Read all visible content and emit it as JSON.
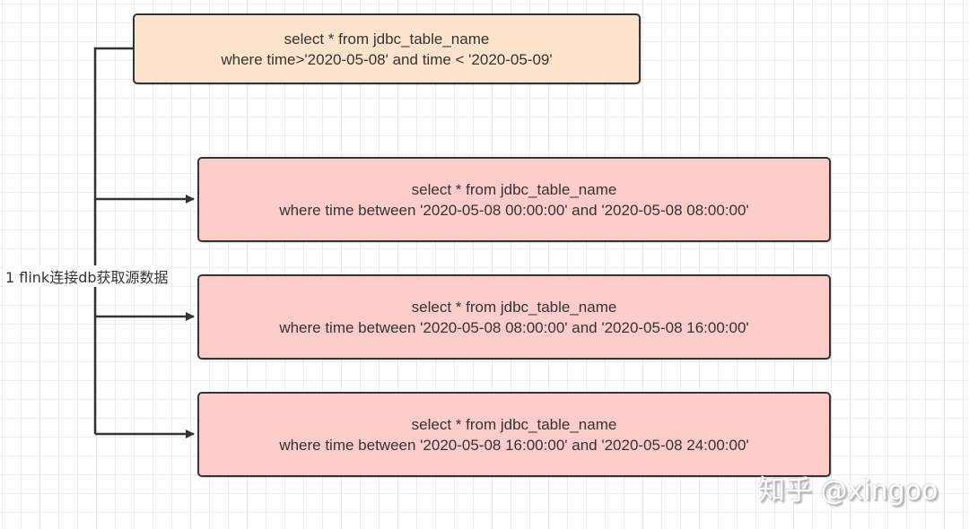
{
  "diagram": {
    "source_node": {
      "line1": "select * from jdbc_table_name",
      "line2": "where time>'2020-05-08' and time < '2020-05-09'",
      "fill": "#fde3cb"
    },
    "edge_label": "1 flink连接db获取源数据",
    "split_nodes": [
      {
        "line1": "select * from jdbc_table_name",
        "line2": "where time between '2020-05-08 00:00:00' and '2020-05-08 08:00:00'"
      },
      {
        "line1": "select * from jdbc_table_name",
        "line2": "where time between '2020-05-08 08:00:00' and '2020-05-08 16:00:00'"
      },
      {
        "line1": "select * from jdbc_table_name",
        "line2": "where time between '2020-05-08 16:00:00' and '2020-05-08 24:00:00'"
      }
    ],
    "split_fill": "#ffcccc",
    "stroke_color": "#333333"
  },
  "watermark": {
    "text": "知乎 @xingoo"
  }
}
